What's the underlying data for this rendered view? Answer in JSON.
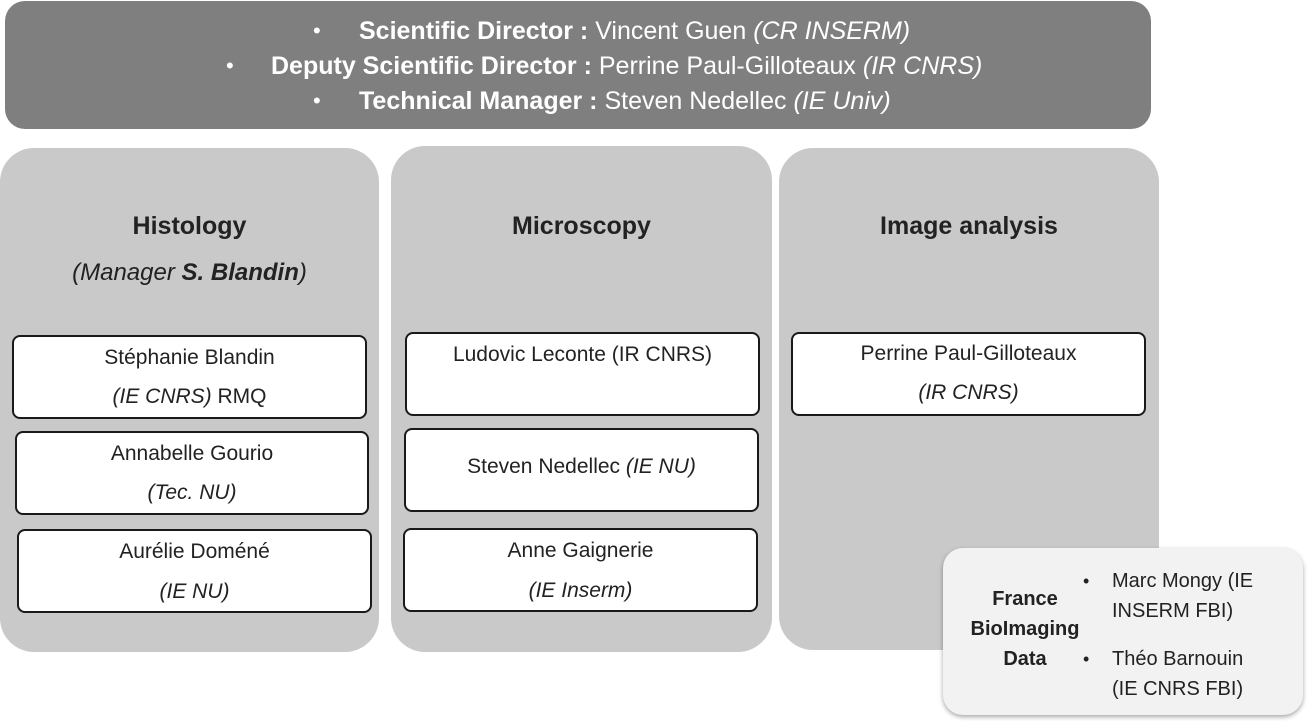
{
  "leadership": [
    {
      "role": "Scientific Director :",
      "name": "Vincent Guen",
      "affiliation": "(CR INSERM)"
    },
    {
      "role": "Deputy Scientific Director :",
      "name": "Perrine Paul-Gilloteaux",
      "affiliation": "(IR CNRS)"
    },
    {
      "role": "Technical Manager :",
      "name": "Steven Nedellec",
      "affiliation": "(IE Univ)"
    }
  ],
  "bullet_char": "•",
  "columns": {
    "histology": {
      "title": "Histology",
      "subtitle_open": "(Manager ",
      "subtitle_name": "S. Blandin",
      "subtitle_close": ")",
      "members": [
        {
          "name": "Stéphanie Blandin",
          "affiliation": "(IE CNRS)",
          "extra": " RMQ"
        },
        {
          "name": "Annabelle Gourio",
          "affiliation": "(Tec. NU)"
        },
        {
          "name": "Aurélie Doméné",
          "affiliation": "(IE NU)"
        }
      ]
    },
    "microscopy": {
      "title": "Microscopy",
      "members": [
        {
          "name": "Ludovic Leconte (IR CNRS)"
        },
        {
          "name": "Steven Nedellec ",
          "affiliation": "(IE NU)"
        },
        {
          "name": "Anne Gaignerie",
          "affiliation": "(IE Inserm)"
        }
      ]
    },
    "image_analysis": {
      "title": "Image analysis",
      "members": [
        {
          "name": "Perrine Paul-Gilloteaux",
          "affiliation": "(IR CNRS)"
        }
      ]
    }
  },
  "fbi": {
    "title_lines": [
      "France",
      "BioImaging",
      "Data"
    ],
    "members": [
      {
        "lines": [
          "Marc Mongy (IE",
          "INSERM FBI)"
        ]
      },
      {
        "lines": [
          "Théo Barnouin",
          "(IE CNRS FBI)"
        ]
      }
    ]
  }
}
